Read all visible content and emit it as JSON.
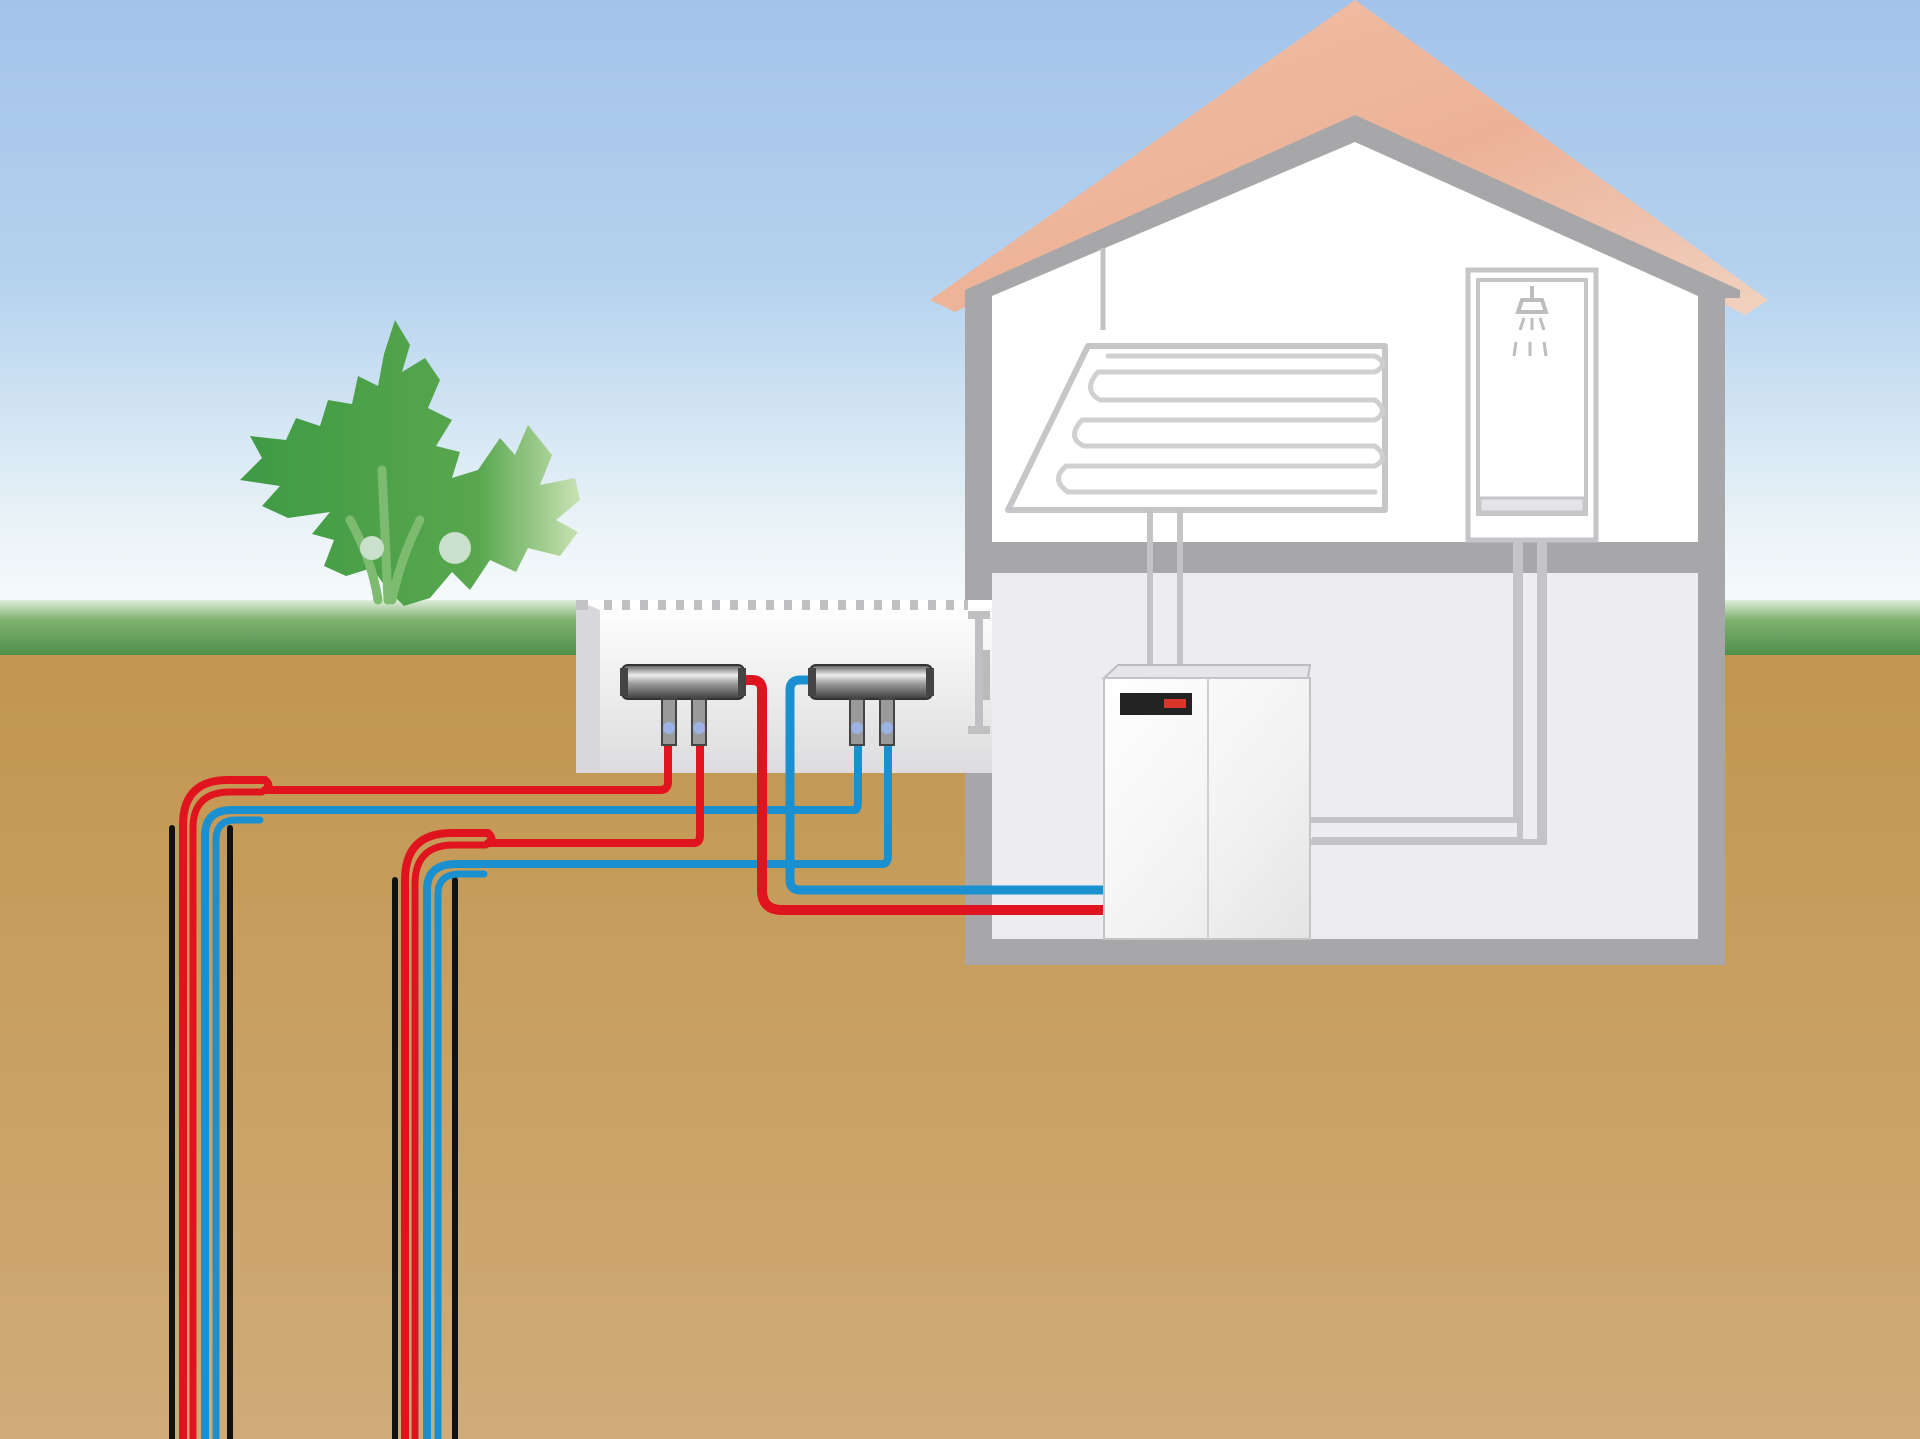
{
  "diagram": {
    "kind": "ground-source heat pump installation illustration",
    "text_labels": [],
    "colors": {
      "sky_top": "#a4c4ea",
      "sky_horizon": "#f3f8fb",
      "grass": "#5e9a55",
      "soil": "#c69a5e",
      "roof": "#eeb9a0",
      "wall": "#a8a8ab",
      "interior": "#ffffff",
      "basement": "#ededf0",
      "pipe_hot": "#e0141e",
      "pipe_cold": "#1a90d0",
      "borehole_casing": "#111111",
      "tree": "#3f9a45",
      "heat_pump_panel": "#f5f5f5",
      "heat_pump_display": "#232323",
      "heat_pump_badge": "#d9352a"
    },
    "components": {
      "tree": "tree-icon",
      "house": "house",
      "underfloor_heating": "underfloor-heating-coil",
      "shower": "shower-icon",
      "heat_pump": "heat-pump-unit",
      "manifold_chamber": "manifold-chamber",
      "manifolds": [
        "manifold",
        "manifold"
      ],
      "boreholes": [
        "borehole-probe",
        "borehole-probe"
      ]
    }
  }
}
